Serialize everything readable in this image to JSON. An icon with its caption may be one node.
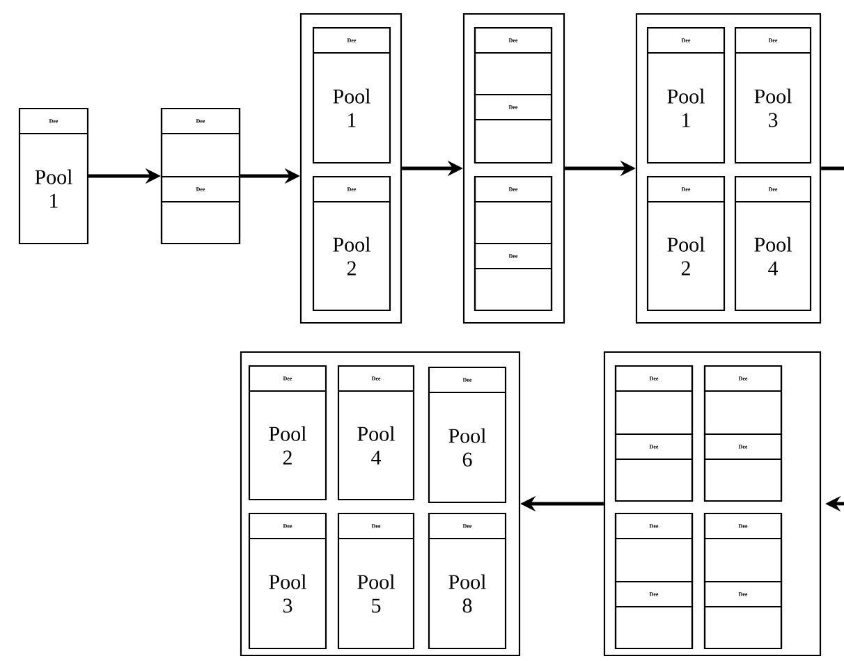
{
  "diagram": {
    "nodes": [
      {
        "text": [
          "Dee",
          "Pool 1"
        ]
      },
      {
        "text": [],
        "shape": "box"
      },
      {
        "text": [
          "Dee"
        ],
        "in": 1
      },
      {
        "text": [
          "Dee"
        ],
        "in": 1
      },
      {
        "text": [],
        "shape": "box"
      },
      {
        "text": [
          "Dee",
          "Pool 1"
        ],
        "in": 4
      },
      {
        "text": [
          "Dee",
          "Pool 2"
        ],
        "in": 4
      },
      {
        "text": [],
        "shape": "box"
      },
      {
        "text": [],
        "shape": "box",
        "in": 7
      },
      {
        "text": [
          "Dee"
        ],
        "in": 8
      },
      {
        "text": [
          "Dee"
        ],
        "in": 8
      },
      {
        "text": [],
        "shape": "box",
        "in": 7
      },
      {
        "text": [
          "Dee"
        ],
        "in": 11
      },
      {
        "text": [
          "Dee"
        ],
        "in": 11
      },
      {
        "text": [],
        "shape": "box"
      },
      {
        "text": [
          "Dee",
          "Pool 1"
        ],
        "in": 14
      },
      {
        "text": [
          "Dee",
          "Pool 3"
        ],
        "in": 14
      },
      {
        "text": [
          "Dee",
          "Pool 2"
        ],
        "in": 14
      },
      {
        "text": [
          "Dee",
          "Pool 4"
        ],
        "in": 14
      },
      {
        "text": [],
        "shape": "box"
      },
      {
        "text": [
          "Dee",
          "Pool 2"
        ],
        "in": 19
      },
      {
        "text": [
          "Dee",
          "Pool 4"
        ],
        "in": 19
      },
      {
        "text": [
          "Dee",
          "Pool 6"
        ],
        "in": 19
      },
      {
        "text": [
          "Dee",
          "Pool 3"
        ],
        "in": 19
      },
      {
        "text": [
          "Dee",
          "Pool 5"
        ],
        "in": 19
      },
      {
        "text": [
          "Dee",
          "Pool 8"
        ],
        "in": 19
      },
      {
        "text": [],
        "shape": "box"
      },
      {
        "text": [],
        "shape": "box",
        "in": 26
      },
      {
        "text": [
          "Dee"
        ],
        "in": 27
      },
      {
        "text": [
          "Dee"
        ],
        "in": 27
      },
      {
        "text": [],
        "shape": "box",
        "in": 26
      },
      {
        "text": [
          "Dee"
        ],
        "in": 30
      },
      {
        "text": [
          "Dee"
        ],
        "in": 30
      },
      {
        "text": [],
        "shape": "box",
        "in": 26
      },
      {
        "text": [
          "Dee"
        ],
        "in": 33
      },
      {
        "text": [
          "Dee"
        ],
        "in": 33
      },
      {
        "text": [],
        "shape": "box",
        "in": 26
      },
      {
        "text": [
          "Dee"
        ],
        "in": 36
      },
      {
        "text": [
          "Dee"
        ],
        "in": 36
      }
    ],
    "edges": [
      {
        "from": 0,
        "to": 1,
        "arrow": "to"
      },
      {
        "from": 1,
        "to": 4,
        "arrow": "to"
      },
      {
        "from": 4,
        "to": 7,
        "arrow": "to"
      },
      {
        "from": 7,
        "to": 14,
        "arrow": "to"
      },
      {
        "from": 14,
        "to": null,
        "arrow": "none"
      },
      {
        "from": null,
        "to": 26,
        "arrow": "to"
      },
      {
        "from": 26,
        "to": 19,
        "arrow": "to"
      }
    ]
  }
}
